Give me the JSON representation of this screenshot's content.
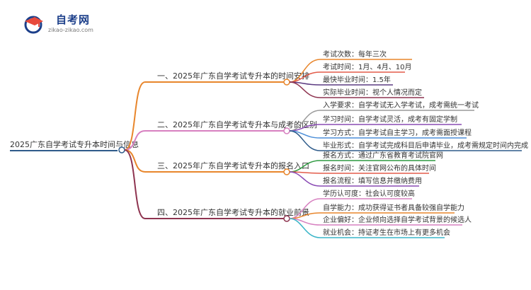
{
  "logo": {
    "title": "自考网",
    "url": "zikao-zikao.com"
  },
  "root": {
    "label": "2025广东自学考试专升本时间与信息",
    "color": "#2e5b8a"
  },
  "branches": [
    {
      "label": "一、2025年广东自学考试专升本的时间安排",
      "color": "#e8862c",
      "leaves": [
        {
          "text": "考试次数：每年三次",
          "color": "#e8862c"
        },
        {
          "text": "考试时间：1月、4月、10月",
          "color": "#e35c4a"
        },
        {
          "text": "最快毕业时间：1.5年",
          "color": "#5c3b82"
        },
        {
          "text": "实际毕业时间：视个人情况而定",
          "color": "#8e3450"
        }
      ]
    },
    {
      "label": "二、2025年广东自学考试专升本与成考的区别",
      "color": "#d780c0",
      "leaves": [
        {
          "text": "入学要求：自学考试无入学考试，成考需统一考试",
          "color": "#9a9a9a"
        },
        {
          "text": "学习时间：自学考试灵活，成考有固定学制",
          "color": "#8a4bb4"
        },
        {
          "text": "学习方式：自学考试自主学习，成考需面授课程",
          "color": "#4b8ed8"
        },
        {
          "text": "毕业形式：自学考试完成科目后申请毕业，成考需规定时间内完成",
          "color": "#2e5b8a"
        }
      ]
    },
    {
      "label": "三、2025年广东自学考试专升本的报名入口",
      "color": "#e8862c",
      "leaves": [
        {
          "text": "报名方式：通过广东省教育考试院官网",
          "color": "#2e9a40"
        },
        {
          "text": "报名时间：关注官网公布的具体时间",
          "color": "#e35c4a"
        },
        {
          "text": "报名流程：填写信息并缴纳费用",
          "color": "#8a4bb4"
        }
      ]
    },
    {
      "label": "四、2025年广东自学考试专升本的就业前景",
      "color": "#8e3450",
      "leaves": [
        {
          "text": "学历认可度：社会认可度较高",
          "color": "#d780c0"
        },
        {
          "text": "自学能力：成功获得证书者具备较强自学能力",
          "color": "#e8862c"
        },
        {
          "text": "企业偏好：企业倾向选择自学考试背景的候选人",
          "color": "#d780c0"
        },
        {
          "text": "就业机会：持证考生在市场上有更多机会",
          "color": "#3ab5c8"
        }
      ]
    }
  ]
}
